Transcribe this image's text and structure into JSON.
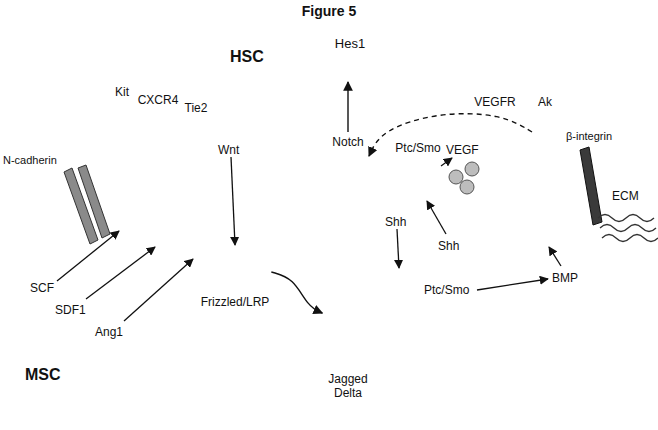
{
  "diagram": {
    "title": "Figure 5",
    "nodes": [
      {
        "text": [
          "HSC"
        ]
      },
      {
        "text": [
          "Hes1"
        ],
        "in": 0
      },
      {
        "text": [
          "Kit"
        ]
      },
      {
        "text": [
          "CXCR4"
        ]
      },
      {
        "text": [
          "Tie2"
        ]
      },
      {
        "text": [
          "Notch"
        ]
      },
      {
        "text": [
          "Ptc/Smo"
        ]
      },
      {
        "text": [
          "VEGFR"
        ]
      },
      {
        "text": [
          "Ak"
        ]
      },
      {
        "text": [
          "MSC"
        ]
      },
      {
        "text": [
          "Frizzled/LRP"
        ]
      },
      {
        "text": [
          "Jagged Delta"
        ]
      },
      {
        "text": [
          "Ptc/Smo"
        ]
      }
    ],
    "edges": [
      {
        "from": 5,
        "to": 1,
        "arrow": "to"
      },
      {
        "from": 8,
        "to": 5,
        "arrow": "to"
      },
      {
        "from": 10,
        "to": 11,
        "arrow": "to"
      }
    ],
    "labels": [
      "N-cadherin",
      "Wnt",
      "VEGF",
      "β-integrin",
      "ECM",
      "SCF",
      "SDF1",
      "Ang1",
      "Shh",
      "Shh",
      "BMP"
    ]
  }
}
